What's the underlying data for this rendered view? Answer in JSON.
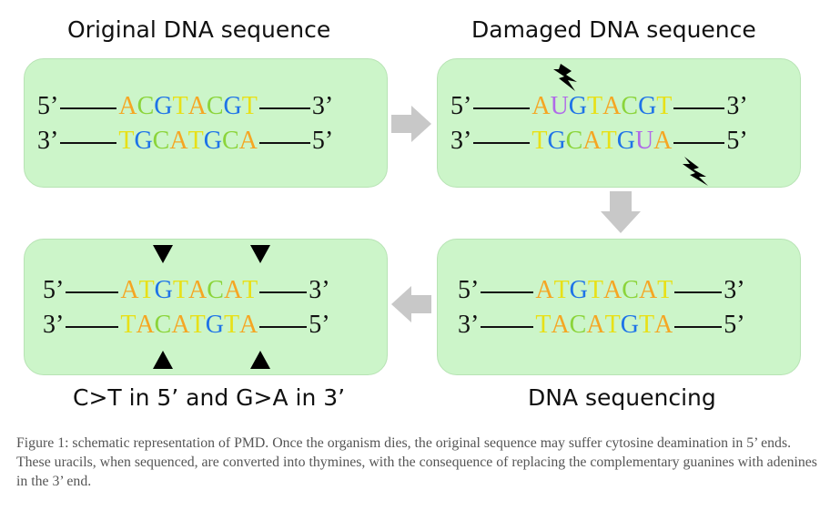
{
  "titles": {
    "original": "Original DNA sequence",
    "damaged": "Damaged DNA sequence",
    "result": "C>T in 5’ and G>A in 3’",
    "sequencing": "DNA sequencing"
  },
  "labels": {
    "five_prime": "5’",
    "three_prime": "3’"
  },
  "colors": {
    "A": "#f5a623",
    "C": "#8bd43a",
    "G": "#1e73e8",
    "T": "#e8e017",
    "U": "#b06ae8",
    "panel": "#ccf5c9",
    "arrow": "#c8c8c8"
  },
  "panels": {
    "original": {
      "top": "ACGTACGT",
      "bottom": "TGCATGCA"
    },
    "damaged": {
      "top": "AUGTACGT",
      "bottom": "TGCATGUA"
    },
    "sequencing": {
      "top": "ATGTACAT",
      "bottom": "TACATGTA"
    },
    "result": {
      "top": "ATGTACAT",
      "bottom": "TACATGTA"
    }
  },
  "icons": {
    "flow_arrow": "arrow-icon",
    "damage": "lightning-icon",
    "marker": "triangle-icon"
  },
  "caption": "Figure 1: schematic representation of PMD. Once the organism dies, the original sequence may suffer cytosine deamination in 5’ ends. These uracils, when sequenced, are converted into thymines, with the consequence of replacing the complementary guanines with adenines in the 3’ end."
}
